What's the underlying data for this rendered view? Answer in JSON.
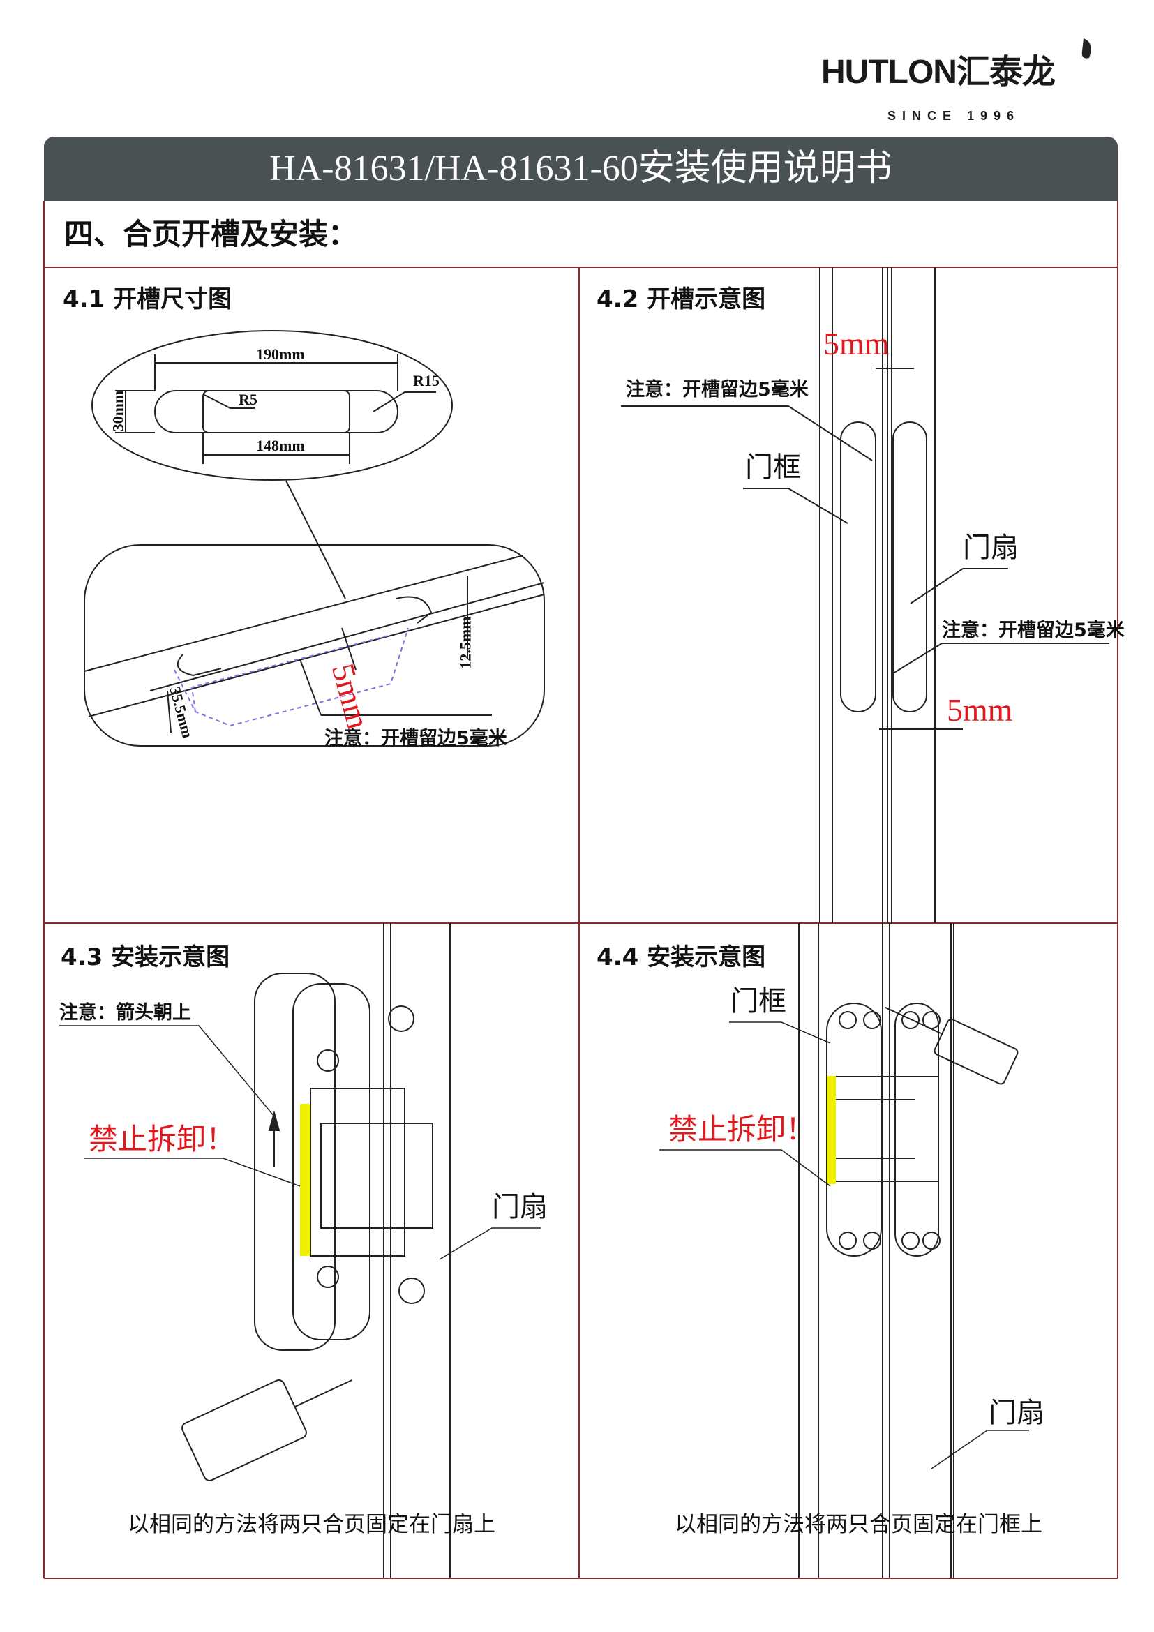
{
  "brand": {
    "name": "HUTLON汇泰龙",
    "tagline": "SINCE 1996"
  },
  "document": {
    "title": "HA-81631/HA-81631-60安装使用说明书",
    "section": "四、合页开槽及安装："
  },
  "panels": [
    {
      "title": "4.1 开槽尺寸图",
      "dims": {
        "length": "190mm",
        "inner": "148mm",
        "height": "30mm",
        "r_small": "R5",
        "r_large": "R15",
        "depth": "12.5mm",
        "width": "35.5mm",
        "margin": "5mm"
      },
      "note": "注意：开槽留边5毫米"
    },
    {
      "title": "4.2 开槽示意图",
      "margin_top": "5mm",
      "margin_bottom": "5mm",
      "note_top": "注意：开槽留边5毫米",
      "note_bottom": "注意：开槽留边5毫米",
      "frame_label": "门框",
      "leaf_label": "门扇"
    },
    {
      "title": "4.3 安装示意图",
      "note": "注意：箭头朝上",
      "warning": "禁止拆卸！",
      "leaf_label": "门扇",
      "caption": "以相同的方法将两只合页固定在门扇上"
    },
    {
      "title": "4.4 安装示意图",
      "frame_label": "门框",
      "warning": "禁止拆卸！",
      "leaf_label": "门扇",
      "caption": "以相同的方法将两只合页固定在门框上"
    }
  ],
  "colors": {
    "titlebar": "#4a5152",
    "warning": "#e0191f",
    "highlight": "#f0f000",
    "frame_line": "#b03a3a"
  }
}
